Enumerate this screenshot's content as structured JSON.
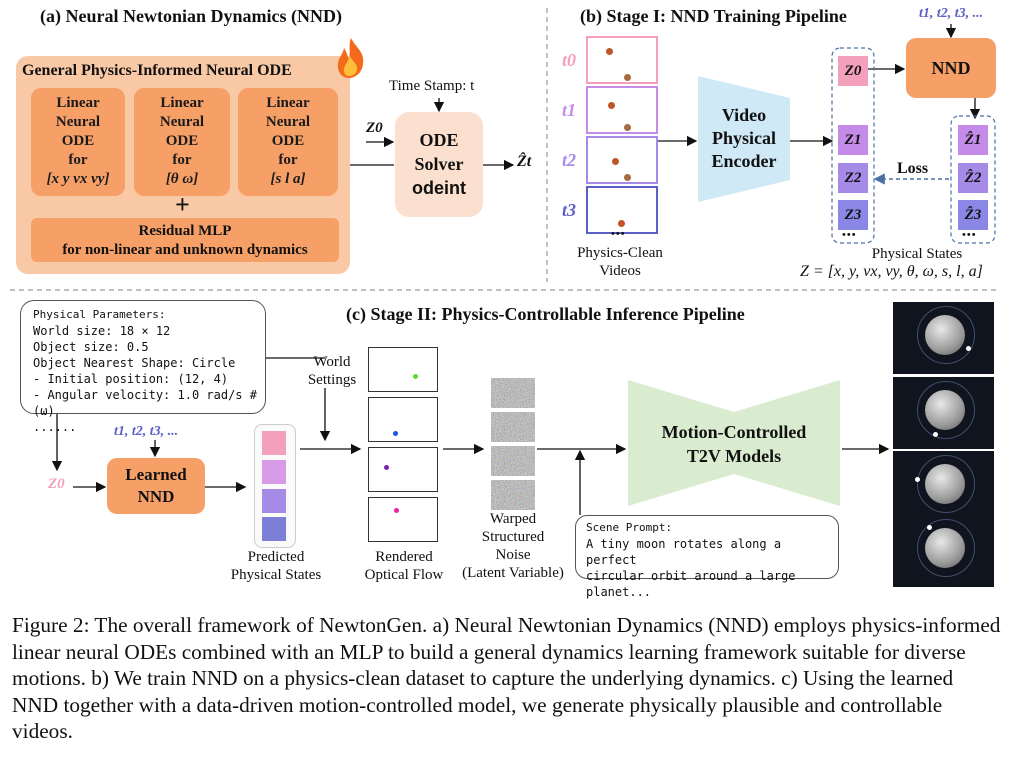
{
  "panel_a": {
    "title": "(a) Neural Newtonian Dynamics (NND)",
    "box_title": "General Physics-Informed Neural ODE",
    "cards": [
      {
        "line1": "Linear",
        "line2": "Neural",
        "line3": "ODE",
        "line4": "for",
        "vars": "[x y vx vy]"
      },
      {
        "line1": "Linear",
        "line2": "Neural",
        "line3": "ODE",
        "line4": "for",
        "vars": "[θ ω]"
      },
      {
        "line1": "Linear",
        "line2": "Neural",
        "line3": "ODE",
        "line4": "for",
        "vars": "[s l a]"
      }
    ],
    "plus": "+",
    "residual_line1": "Residual MLP",
    "residual_line2": "for non-linear and unknown dynamics",
    "time_stamp": "Time Stamp: t",
    "z0": "Z0",
    "solver_line1": "ODE",
    "solver_line2": "Solver",
    "solver_line3": "odeint",
    "zt_hat": "Ẑt"
  },
  "panel_b": {
    "title": "(b) Stage I: NND Training Pipeline",
    "t_labels": [
      "t0",
      "t1",
      "t2",
      "t3"
    ],
    "ellipsis": "•••",
    "videos_caption_1": "Physics-Clean",
    "videos_caption_2": "Videos",
    "encoder_line1": "Video",
    "encoder_line2": "Physical",
    "encoder_line3": "Encoder",
    "time_seq": "t1, t2, t3, ...",
    "nnd": "NND",
    "z_boxes": [
      "Z0",
      "Z1",
      "Z2",
      "Z3"
    ],
    "zhat_boxes": [
      "Ẑ1",
      "Ẑ2",
      "Ẑ3"
    ],
    "loss": "Loss",
    "states_caption": "Physical States",
    "states_formula": "Z = [x, y, vx, vy, θ, ω, s, l, a]"
  },
  "panel_c": {
    "title": "(c) Stage II: Physics-Controllable Inference Pipeline",
    "params": [
      "Physical Parameters:",
      "World size: 18 × 12",
      "Object size: 0.5",
      "Object Nearest Shape: Circle",
      "- Initial position: (12, 4)",
      "- Angular velocity: 1.0 rad/s # (ω)",
      "......"
    ],
    "world_settings_1": "World",
    "world_settings_2": "Settings",
    "time_seq": "t1, t2, t3, ...",
    "z0": "Z0",
    "learned_nnd_1": "Learned",
    "learned_nnd_2": "NND",
    "predicted_1": "Predicted",
    "predicted_2": "Physical States",
    "flow_1": "Rendered",
    "flow_2": "Optical Flow",
    "noise_1": "Warped",
    "noise_2": "Structured",
    "noise_3": "Noise",
    "noise_4": "(Latent Variable)",
    "model_1": "Motion-Controlled",
    "model_2": "T2V Models",
    "prompt_label": "Scene Prompt:",
    "prompt_line1": "A tiny moon rotates along a perfect",
    "prompt_line2": "circular orbit around a large planet..."
  },
  "figure_caption": "Figure 2: The overall framework of NewtonGen. a) Neural Newtonian Dynamics (NND) employs physics-informed linear neural ODEs combined with an MLP to build a general dynamics learning framework suitable for diverse motions. b) We train NND on a physics-clean dataset to capture the underlying dynamics. c) Using the learned NND together with a data-driven motion-controlled model, we generate physically plausible and controllable videos.",
  "colors": {
    "orange": "#f6a068",
    "light_orange": "#f9c9a6",
    "peach": "#fbe0cf",
    "encoder_blue": "#cfe9f7",
    "model_green": "#d9ecd0",
    "state_pink": "#f2a0bb",
    "state_violet": "#c58be8",
    "state_purple": "#a58ae8",
    "state_indigo": "#7d7ed6",
    "flow_dots": [
      "#55dd33",
      "#2255dd",
      "#7722aa",
      "#ee22aa"
    ]
  }
}
